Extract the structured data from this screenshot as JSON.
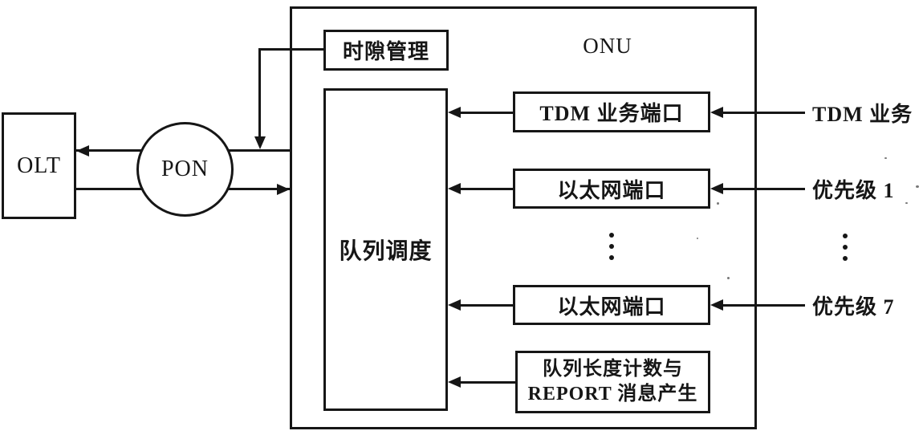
{
  "diagram": {
    "type": "block-diagram",
    "colors": {
      "ink": "#161616",
      "background": "#ffffff"
    },
    "nodes": {
      "olt": {
        "label": "OLT"
      },
      "pon": {
        "label": "PON"
      },
      "onu": {
        "label": "ONU"
      },
      "slot_mgmt": {
        "label": "时隙管理"
      },
      "queue_sched": {
        "label": "队列调度"
      },
      "tdm_port": {
        "label": "TDM 业务端口"
      },
      "eth_port_1": {
        "label": "以太网端口"
      },
      "eth_port_2": {
        "label": "以太网端口"
      },
      "report": {
        "line1": "队列长度计数与",
        "line2": "REPORT 消息产生"
      }
    },
    "external_inputs": [
      {
        "label": "TDM 业务"
      },
      {
        "label": "优先级 1"
      },
      {
        "label": "优先级 7"
      }
    ],
    "icons": {
      "vertical_ellipsis": "⋮",
      "arrowhead": "filled-triangle"
    },
    "edges": [
      {
        "from": "onu",
        "to": "olt",
        "via": "pon",
        "direction": "left",
        "meaning": "upstream"
      },
      {
        "from": "olt",
        "to": "onu",
        "via": "pon",
        "direction": "right",
        "meaning": "downstream"
      },
      {
        "from": "slot_mgmt",
        "to": "upstream-line",
        "direction": "down",
        "meaning": "timeslot control"
      },
      {
        "from": "tdm_port",
        "to": "queue_sched",
        "direction": "left"
      },
      {
        "from": "eth_port_1",
        "to": "queue_sched",
        "direction": "left"
      },
      {
        "from": "eth_port_2",
        "to": "queue_sched",
        "direction": "left"
      },
      {
        "from": "report",
        "to": "queue_sched",
        "direction": "left"
      },
      {
        "from": "external TDM 业务",
        "to": "tdm_port",
        "direction": "left"
      },
      {
        "from": "external 优先级 1",
        "to": "eth_port_1",
        "direction": "left"
      },
      {
        "from": "external 优先级 7",
        "to": "eth_port_2",
        "direction": "left"
      }
    ]
  }
}
